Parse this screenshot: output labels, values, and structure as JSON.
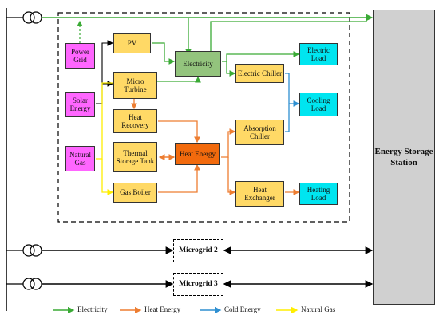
{
  "nodes": {
    "power_grid": "Power Grid",
    "solar_energy": "Solar Energy",
    "natural_gas": "Natural Gas",
    "pv": "PV",
    "micro_turbine": "Micro Turbine",
    "heat_recovery": "Heat Recovery",
    "thermal_storage": "Thermal Storage Tank",
    "gas_boiler": "Gas Boiler",
    "electricity": "Electricity",
    "heat_energy": "Heat Energy",
    "electric_chiller": "Electric Chiller",
    "absorption_chiller": "Absorption Chiller",
    "heat_exchanger": "Heat Exchanger",
    "electric_load": "Electric Load",
    "cooling_load": "Cooling Load",
    "heating_load": "Heating Load",
    "energy_storage_station": "Energy Storage Station",
    "microgrid_2": "Microgrid 2",
    "microgrid_3": "Microgrid 3"
  },
  "legend": {
    "electricity": "Electricity",
    "heat_energy": "Heat Energy",
    "cold_energy": "Cold Energy",
    "natural_gas": "Natural Gas"
  },
  "colors": {
    "electricity": "#3aaa35",
    "heat": "#ed7d31",
    "cold": "#2e8fd1",
    "gas": "#ffff00",
    "bus": "#000000"
  }
}
